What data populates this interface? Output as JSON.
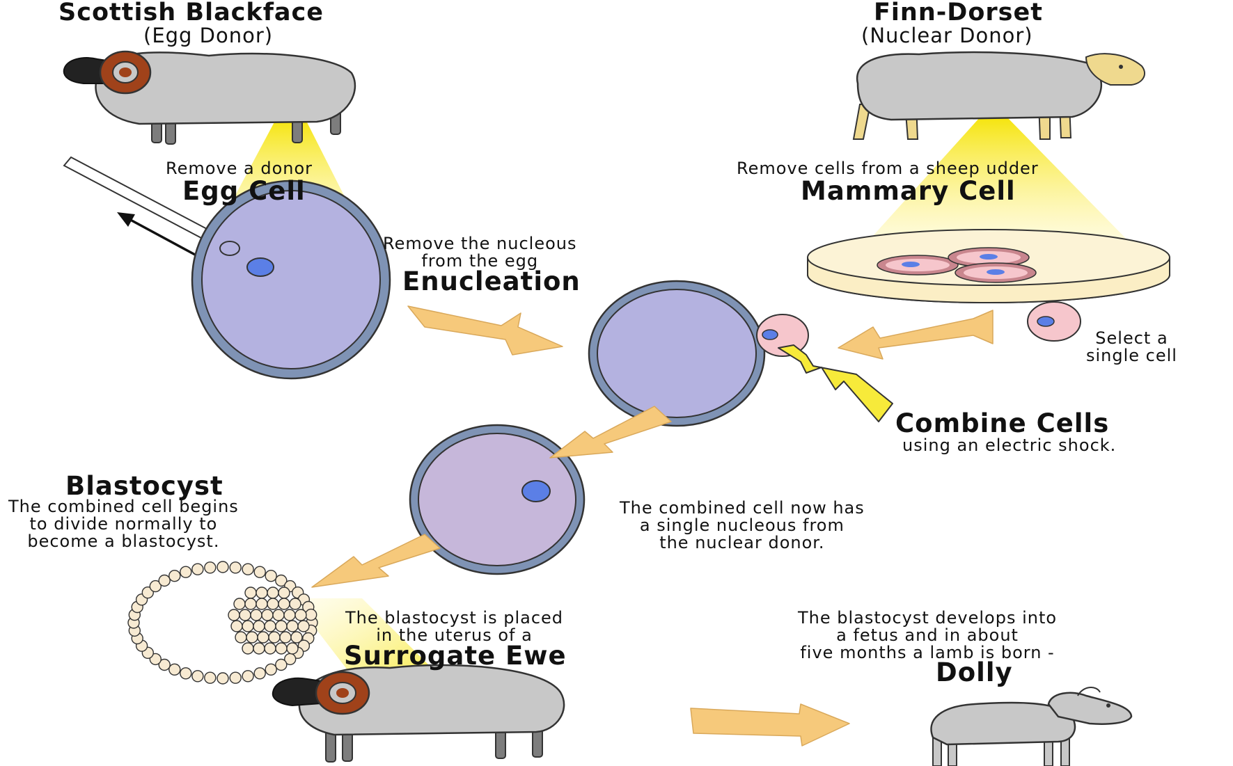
{
  "donor_egg": {
    "title": "Scottish Blackface",
    "subtitle": "(Egg Donor)"
  },
  "donor_nucleus": {
    "title": "Finn-Dorset",
    "subtitle": "(Nuclear Donor)"
  },
  "egg_step": {
    "caption": "Remove a donor",
    "heading": "Egg Cell"
  },
  "mammary_step": {
    "caption": "Remove cells from a sheep udder",
    "heading": "Mammary Cell"
  },
  "enucleation_step": {
    "caption_lines": [
      "Remove the nucleous",
      "from the egg"
    ],
    "heading": "Enucleation"
  },
  "select_step": {
    "caption_lines": [
      "Select a",
      "single cell"
    ]
  },
  "combine_step": {
    "heading": "Combine Cells",
    "caption": "using an electric shock."
  },
  "blastocyst_step": {
    "heading": "Blastocyst",
    "caption_lines": [
      "The combined cell begins",
      "to divide normally to",
      "become a blastocyst."
    ]
  },
  "combined_note": {
    "caption_lines": [
      "The combined cell now has",
      "a single nucleous from",
      "the nuclear donor."
    ]
  },
  "surrogate_step": {
    "caption_lines": [
      "The blastocyst is placed",
      "in the uterus of a"
    ],
    "heading": "Surrogate Ewe"
  },
  "dolly_step": {
    "caption_lines": [
      "The blastocyst develops into",
      "a fetus and in about",
      "five months a lamb is born -"
    ],
    "heading": "Dolly"
  },
  "colors": {
    "cell_fill": "#b4b2e0",
    "cell_ring": "#7f93b5",
    "nucleus": "#5b7fe6",
    "arrow": "#f6c97b",
    "beam": "#f5e300",
    "bolt": "#f7ea3a",
    "mammary_cell": "#f6c6cc",
    "sheep_body": "#c8c8c8",
    "horn": "#a0421a"
  }
}
